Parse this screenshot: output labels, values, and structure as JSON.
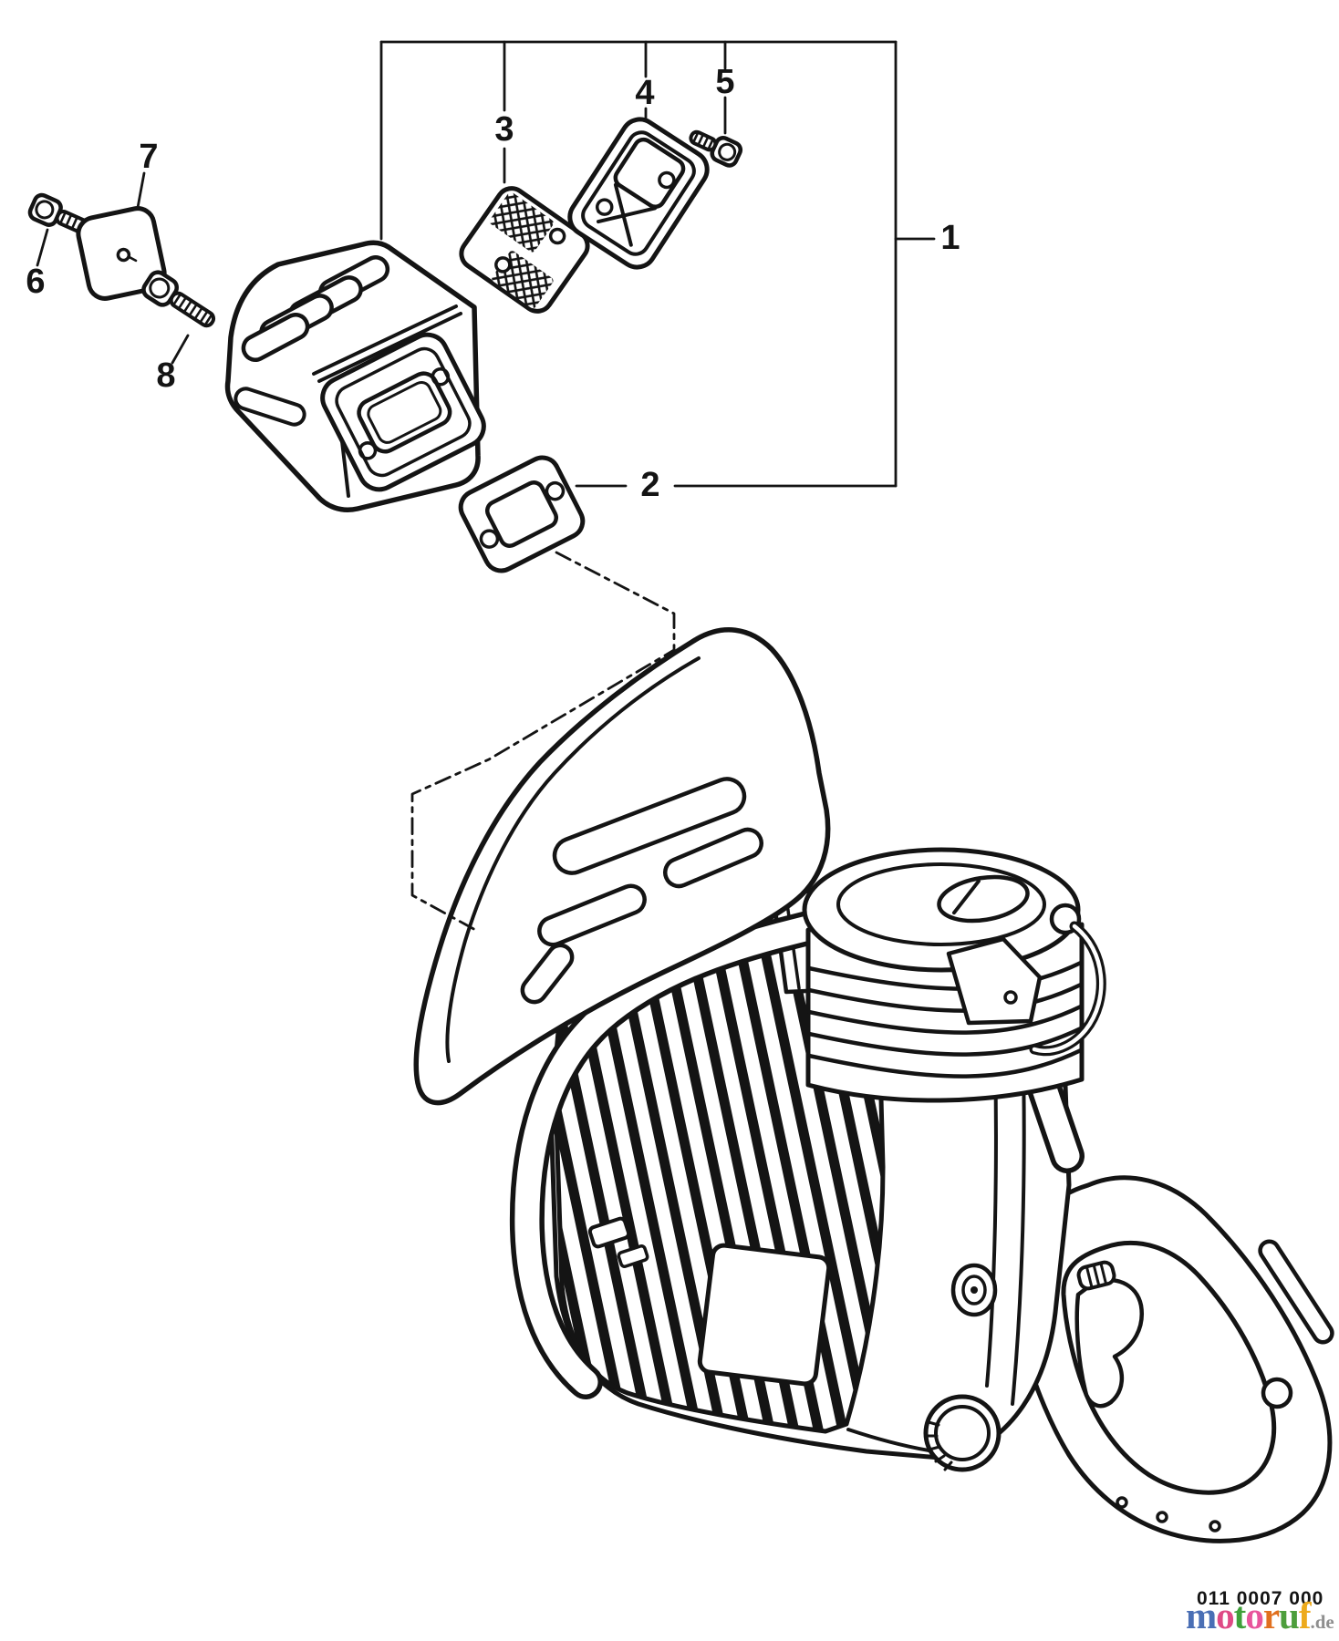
{
  "callouts": [
    {
      "label": "1"
    },
    {
      "label": "2"
    },
    {
      "label": "3"
    },
    {
      "label": "4"
    },
    {
      "label": "5"
    },
    {
      "label": "6"
    },
    {
      "label": "7"
    },
    {
      "label": "8"
    }
  ],
  "footer": {
    "part_number": "011 0007 000"
  },
  "watermark": {
    "brand_letters": [
      {
        "char": "m",
        "color": "#4a6fb5"
      },
      {
        "char": "o",
        "color": "#df4a86"
      },
      {
        "char": "t",
        "color": "#3fa03a"
      },
      {
        "char": "o",
        "color": "#e8559c"
      },
      {
        "char": "r",
        "color": "#e1701f"
      },
      {
        "char": "u",
        "color": "#4d9e3c"
      },
      {
        "char": "f",
        "color": "#edaa1c"
      }
    ],
    "suffix": ".de",
    "suffix_color": "#8f8f8f"
  },
  "drawing": {
    "ink_color": "#141414",
    "background": "#ffffff"
  }
}
